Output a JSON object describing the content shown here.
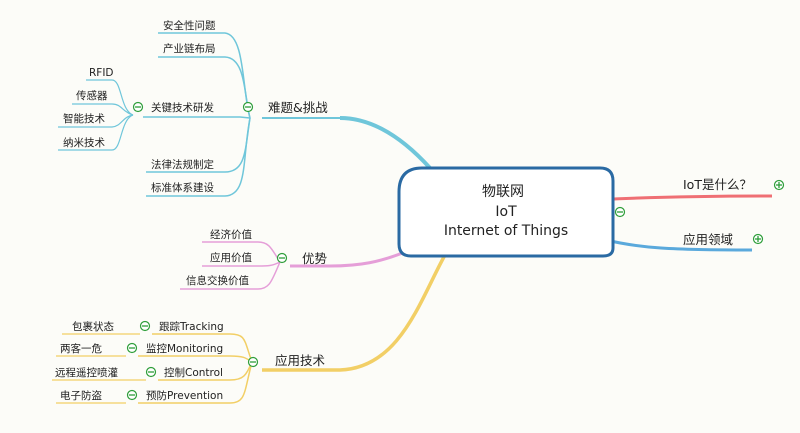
{
  "center": {
    "line1": "物联网",
    "line2": "IoT",
    "line3": "Internet of Things"
  },
  "right": {
    "what": "IoT是什么？",
    "fields": "应用领域"
  },
  "challenges": {
    "title": "难题&挑战",
    "security": "安全性问题",
    "industry": "产业链布局",
    "keytech": {
      "label": "关键技术研发",
      "items": [
        "RFID",
        "传感器",
        "智能技术",
        "纳米技术"
      ]
    },
    "law": "法律法规制定",
    "standard": "标准体系建设"
  },
  "advantages": {
    "title": "优势",
    "items": [
      "经济价值",
      "应用价值",
      "信息交换价值"
    ]
  },
  "apptech": {
    "title": "应用技术",
    "items": [
      {
        "label": "跟踪Tracking",
        "child": "包裹状态"
      },
      {
        "label": "监控Monitoring",
        "child": "两客一危"
      },
      {
        "label": "控制Control",
        "child": "远程遥控喷灌"
      },
      {
        "label": "预防Prevention",
        "child": "电子防盗"
      }
    ]
  },
  "colors": {
    "challenges": "#6fc6da",
    "advantages": "#e59ed8",
    "apptech": "#f2cf66",
    "what": "#ef6f74",
    "fields": "#5aa9dc",
    "center_border": "#2a6aa3",
    "toggle": "#2e9e3a"
  }
}
